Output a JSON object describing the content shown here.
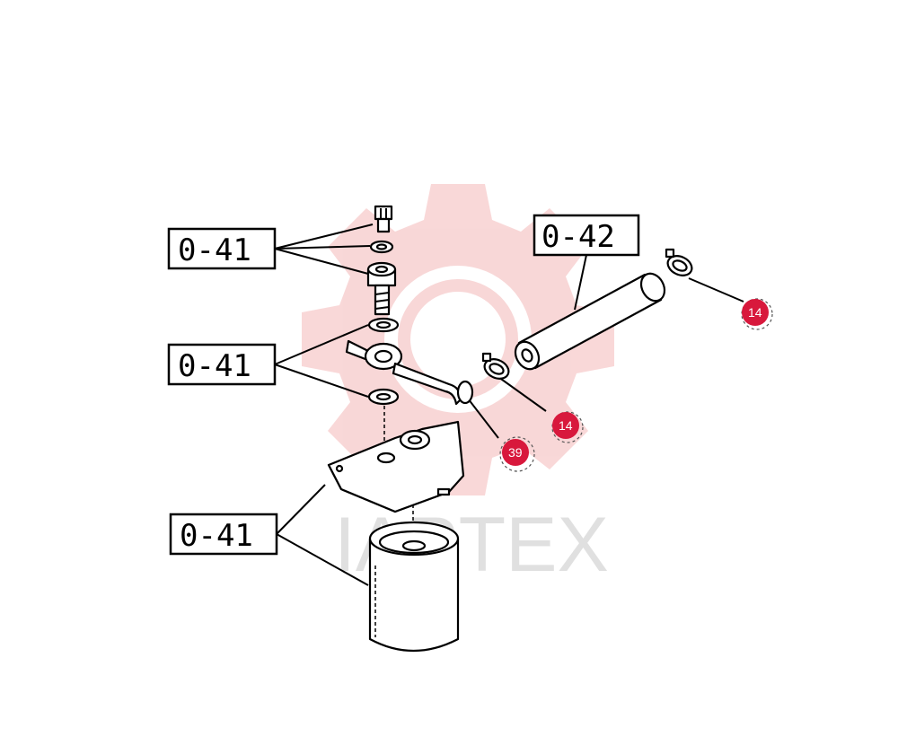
{
  "labels": {
    "ref_top": "0-41",
    "ref_mid": "0-41",
    "ref_bottom": "0-41",
    "ref_hose": "0-42"
  },
  "callouts": {
    "clamp_right": "14",
    "clamp_mid": "14",
    "pipe": "39"
  },
  "watermark": {
    "text": "IAPTEX"
  },
  "colors": {
    "callout": "#d8183c",
    "watermark_gear": "#f4b8b8",
    "line": "#000000"
  }
}
